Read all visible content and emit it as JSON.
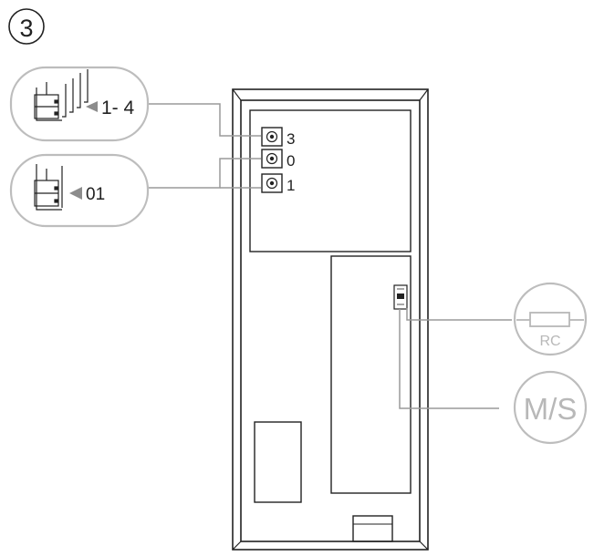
{
  "step": {
    "number": "3"
  },
  "callouts": {
    "address_range": {
      "icon": "stacked-units-icon",
      "label": "1- 4"
    },
    "address_single": {
      "icon": "single-unit-icon",
      "label": "01"
    },
    "rc": {
      "icon": "resistor-icon",
      "label": "RC"
    },
    "ms": {
      "label": "M/S"
    }
  },
  "rotary_switches": [
    {
      "value": "3"
    },
    {
      "value": "0"
    },
    {
      "value": "1"
    }
  ],
  "colors": {
    "outline": "#222222",
    "callout_border": "#bdbdbd",
    "leader_line": "#9a9a9a",
    "callout_text": "#b8b8b8"
  }
}
